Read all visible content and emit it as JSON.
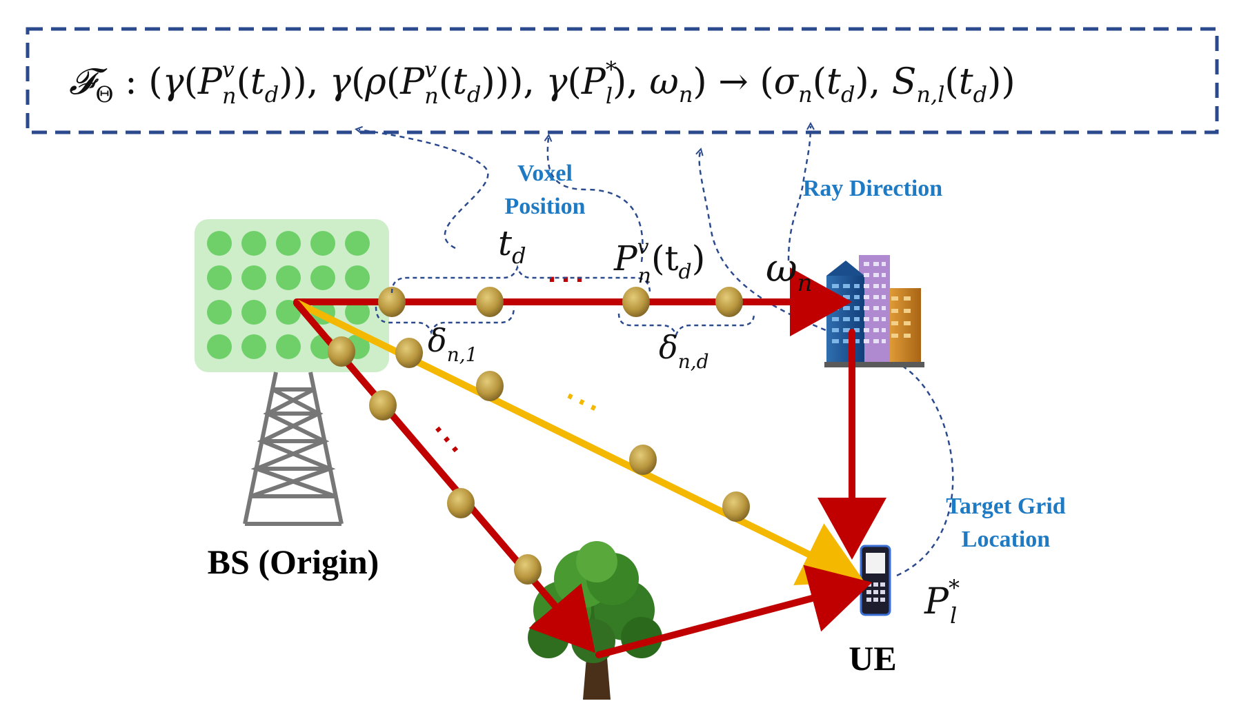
{
  "formula": {
    "lhs": "𝓕",
    "lhs_sub": "Θ",
    "colon": " : ",
    "inputs": "(γ(P",
    "text_full": "𝓕Θ : (γ(Pnv(td)), γ(ρ(Pnv(td))), γ(Pl*), ωn) → (σn(td), Sn,l(td))"
  },
  "labels": {
    "voxel_position_line1": "Voxel",
    "voxel_position_line2": "Position",
    "ray_direction": "Ray Direction",
    "target_grid_line1": "Target Grid",
    "target_grid_line2": "Location",
    "bs": "BS (Origin)",
    "ue": "UE"
  },
  "symbols": {
    "td": "t",
    "td_sub": "d",
    "pnv": "P",
    "pnv_sup": "v",
    "pnv_sub": "n",
    "pnv_arg": "(t",
    "pnv_arg_sub": "d",
    "pnv_close": ")",
    "omega": "ω",
    "omega_sub": "n",
    "delta1": "δ",
    "delta1_sub": "n,1",
    "deltad": "δ",
    "deltad_sub": "n,d",
    "pl": "P",
    "pl_sup": "*",
    "pl_sub": "l",
    "ellipsis": "⋯"
  },
  "colors": {
    "ray_red": "#c00000",
    "ray_yellow": "#f5b800",
    "dash_blue": "#2b4a8e",
    "label_blue": "#1f7ac4",
    "panel_green": "#cdeec8",
    "antenna_green": "#6fd06a",
    "voxel_gold": "#b8963e"
  }
}
